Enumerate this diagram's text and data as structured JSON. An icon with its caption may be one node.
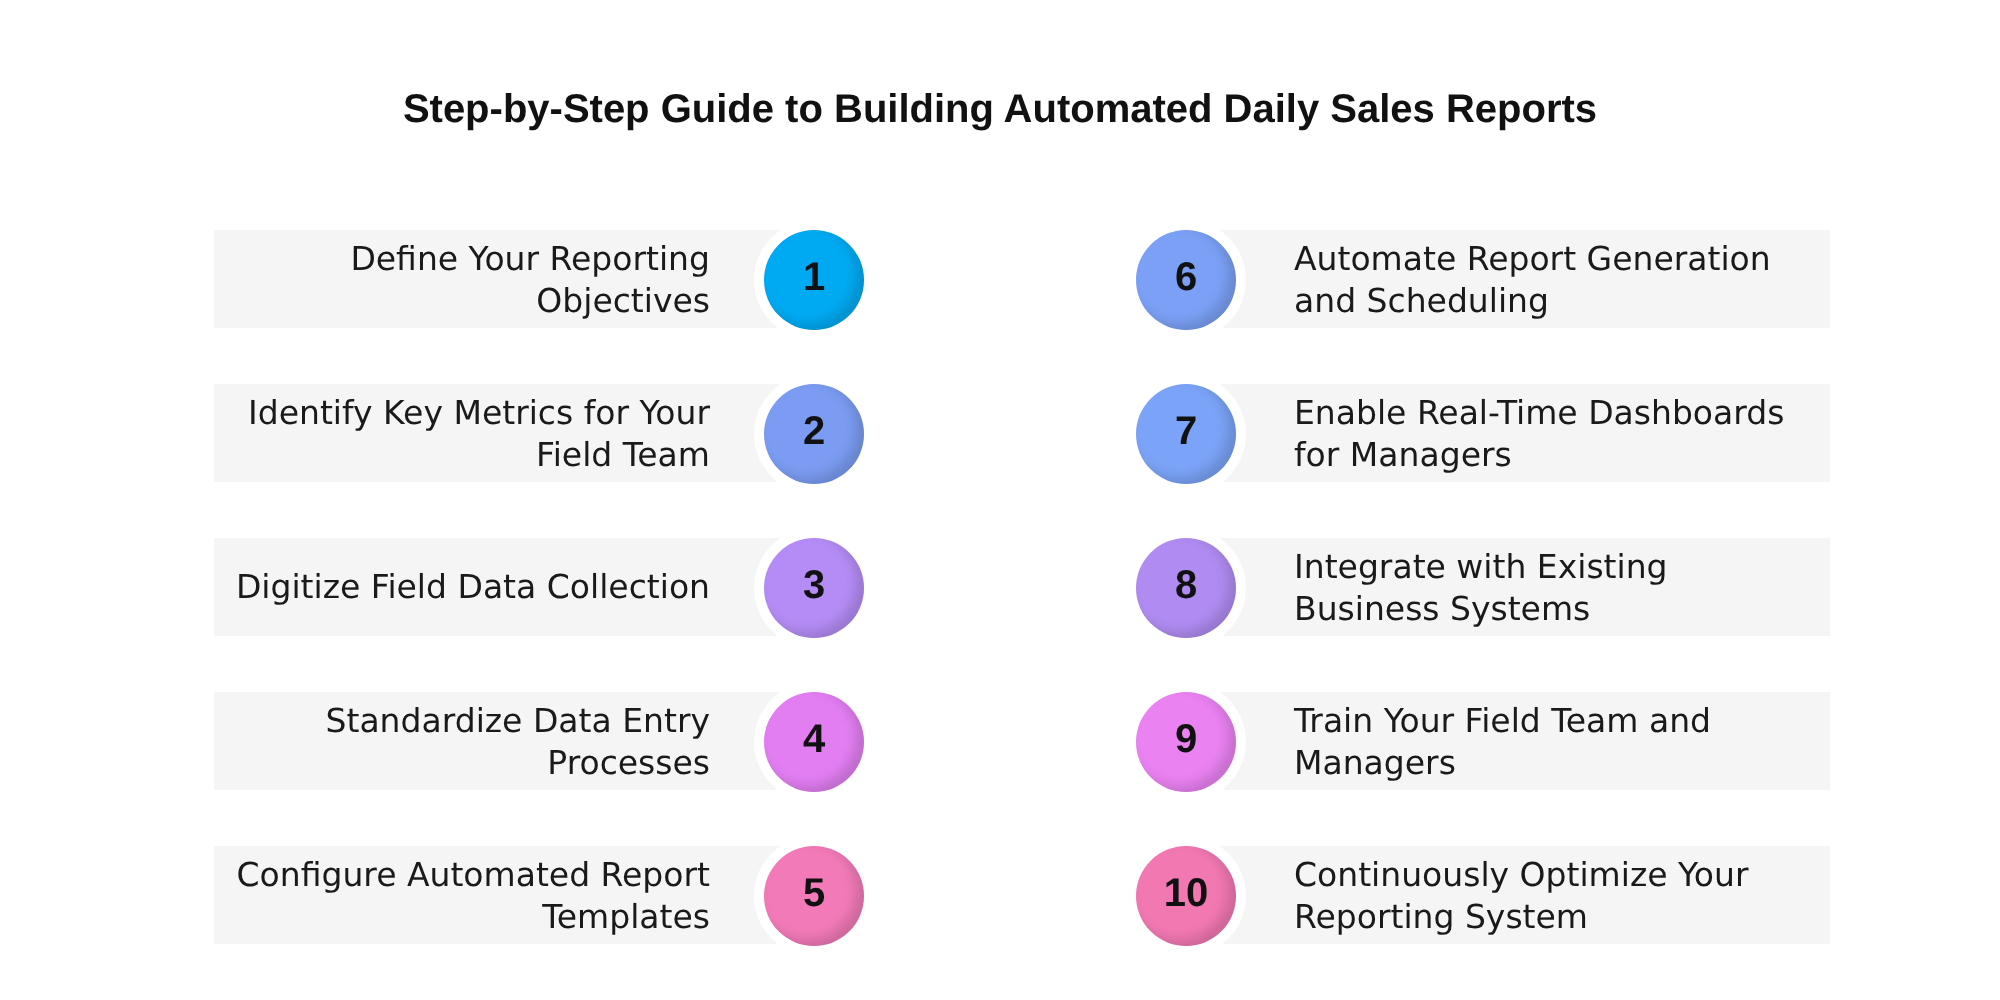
{
  "diagram": {
    "title": "Step-by-Step Guide to Building Automated Daily Sales Reports",
    "nodes": [
      {
        "text": [
          "Define Your Reporting Objectives"
        ]
      },
      {
        "text": [
          "1"
        ]
      },
      {
        "text": [
          "Identify Key Metrics for Your Field Team"
        ]
      },
      {
        "text": [
          "2"
        ]
      },
      {
        "text": [
          "Digitize Field Data Collection"
        ]
      },
      {
        "text": [
          "3"
        ]
      },
      {
        "text": [
          "Standardize Data Entry Processes"
        ]
      },
      {
        "text": [
          "4"
        ]
      },
      {
        "text": [
          "Configure Automated Report Templates"
        ]
      },
      {
        "text": [
          "5"
        ]
      },
      {
        "text": [
          "Automate Report Generation and Scheduling"
        ]
      },
      {
        "text": [
          "6"
        ]
      },
      {
        "text": [
          "Enable Real-Time Dashboards for Managers"
        ]
      },
      {
        "text": [
          "7"
        ]
      },
      {
        "text": [
          "Integrate with Existing Business Systems"
        ]
      },
      {
        "text": [
          "8"
        ]
      },
      {
        "text": [
          "Train Your Field Team and Managers"
        ]
      },
      {
        "text": [
          "9"
        ]
      },
      {
        "text": [
          "Continuously Optimize Your Reporting System"
        ]
      },
      {
        "text": [
          "10"
        ]
      }
    ]
  }
}
